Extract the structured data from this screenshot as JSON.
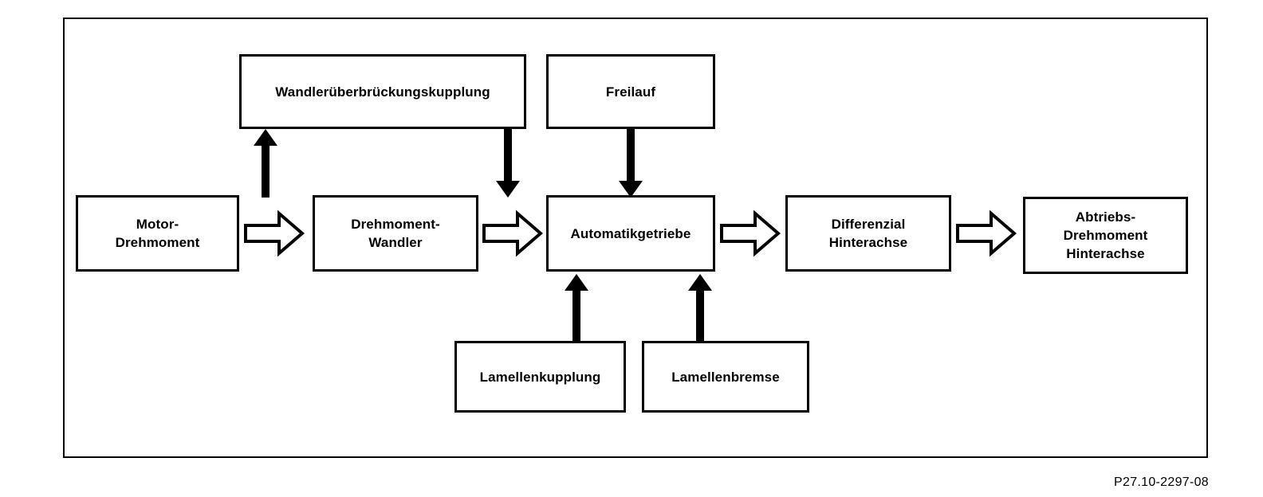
{
  "diagram": {
    "caption": "P27.10-2297-08",
    "colors": {
      "line": "#000000",
      "background": "#ffffff",
      "hollow_arrow_fill": "#ffffff"
    },
    "nodes": {
      "top": [
        {
          "id": "wandlerueberbrueckungskupplung",
          "label": "Wandlerüberbrückungskupplung"
        },
        {
          "id": "freilauf",
          "label": "Freilauf"
        }
      ],
      "main": [
        {
          "id": "motor-drehmoment",
          "label": "Motor-\nDrehmoment"
        },
        {
          "id": "drehmoment-wandler",
          "label": "Drehmoment-\nWandler"
        },
        {
          "id": "automatikgetriebe",
          "label": "Automatikgetriebe"
        },
        {
          "id": "differenzial-hinterachse",
          "label": "Differenzial\nHinterachse"
        },
        {
          "id": "abtriebs-drehmoment-hinterachse",
          "label": "Abtriebs-\nDrehmoment\nHinterachse"
        }
      ],
      "bottom": [
        {
          "id": "lamellenkupplung",
          "label": "Lamellenkupplung"
        },
        {
          "id": "lamellenbremse",
          "label": "Lamellenbremse"
        }
      ]
    },
    "connections": {
      "hollow_right_arrows": [
        "motor-drehmoment -> drehmoment-wandler",
        "drehmoment-wandler -> automatikgetriebe",
        "automatikgetriebe -> differenzial-hinterachse",
        "differenzial-hinterachse -> abtriebs-drehmoment-hinterachse"
      ],
      "solid_arrows": [
        {
          "direction": "up",
          "from": "main-flow junction 1",
          "to": "wandlerueberbrueckungskupplung"
        },
        {
          "direction": "down",
          "from": "wandlerueberbrueckungskupplung",
          "to": "main-flow junction 2"
        },
        {
          "direction": "down",
          "from": "freilauf",
          "to": "automatikgetriebe"
        },
        {
          "direction": "up",
          "from": "lamellenkupplung",
          "to": "automatikgetriebe"
        },
        {
          "direction": "up",
          "from": "lamellenbremse",
          "to": "automatikgetriebe"
        }
      ]
    }
  }
}
